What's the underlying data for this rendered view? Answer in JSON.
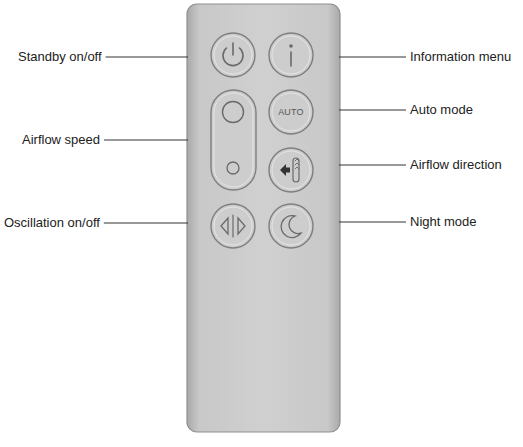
{
  "diagram": {
    "nodes": [
      {
        "text": [
          "AUTO"
        ]
      }
    ],
    "labels": [
      "Standby on/off",
      "Information menu",
      "Airflow speed",
      "Auto mode",
      "Airflow direction",
      "Oscillation on/off",
      "Night mode"
    ]
  }
}
